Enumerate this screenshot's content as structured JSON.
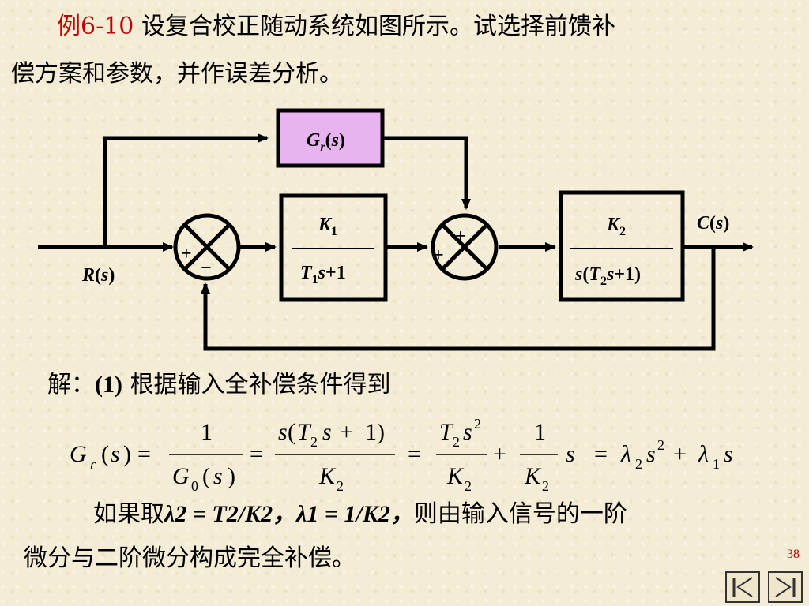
{
  "header": {
    "example_label": "例6-10",
    "line1_rest": " 设复合校正随动系统如图所示。试选择前馈补",
    "line2": "偿方案和参数，并作误差分析。"
  },
  "diagram": {
    "feedforward_block": "G_r(s)",
    "block1": {
      "num": "K1",
      "den": "T1s+1"
    },
    "block2": {
      "num": "K2",
      "den": "s(T2s+1)"
    },
    "input_label": "R(s)",
    "output_label": "C(s)",
    "sum1_signs": [
      "+",
      "−"
    ],
    "sum2_signs": [
      "+",
      "+"
    ],
    "colors": {
      "feedforward_fill": "#e8b4f0",
      "line": "#000000"
    }
  },
  "solution": {
    "prefix": "解：",
    "step": "(1)",
    "text": " 根据输入全补偿条件得到"
  },
  "paragraph": {
    "line1_start": "如果取",
    "cond1": "λ2 = T2/K2，",
    "cond2": "λ1 = 1/K2，",
    "line1_end": "则由输入信号的一阶",
    "line2": "微分与二阶微分构成完全补偿。"
  },
  "footer": {
    "page_number": "38",
    "icons": [
      "first-prev-icon",
      "next-last-icon"
    ]
  }
}
